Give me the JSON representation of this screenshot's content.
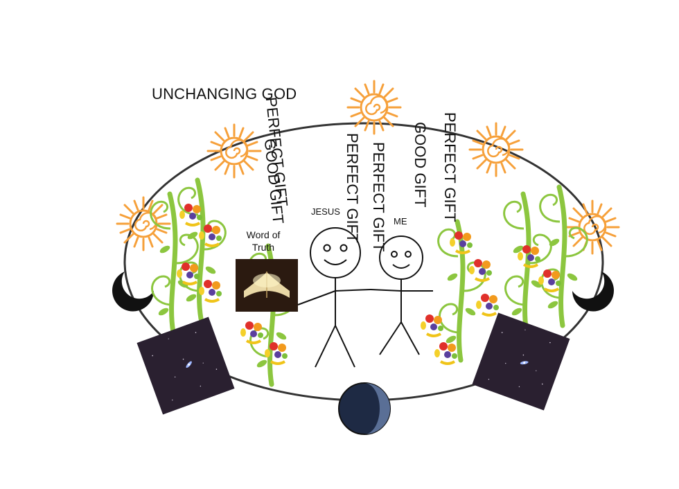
{
  "labels": {
    "title": "UNCHANGING GOD",
    "jesus": "JESUS",
    "me": "ME",
    "word_of_truth": "Word of Truth",
    "perfect_gift": "PERFECT GIFT",
    "good_gift": "GOOD GIFT"
  },
  "vertical_labels": [
    "PERFECT GIFT",
    "GOOD GIFT",
    "PERFECT GIFT",
    "PERFECT GIFT",
    "GOOD GIFT",
    "PERFECT GIFT"
  ],
  "icons": [
    "sun-icon",
    "crescent-moon-icon",
    "fruit-vine-icon",
    "bible-book-icon",
    "night-sky-square-icon",
    "earth-globe-icon",
    "stick-figure-icon"
  ],
  "colors": {
    "sun": "#f6a03a",
    "vine": "#8cc63f",
    "vine_dark": "#6aa528",
    "outline": "#111111",
    "space": "#2a2030"
  }
}
